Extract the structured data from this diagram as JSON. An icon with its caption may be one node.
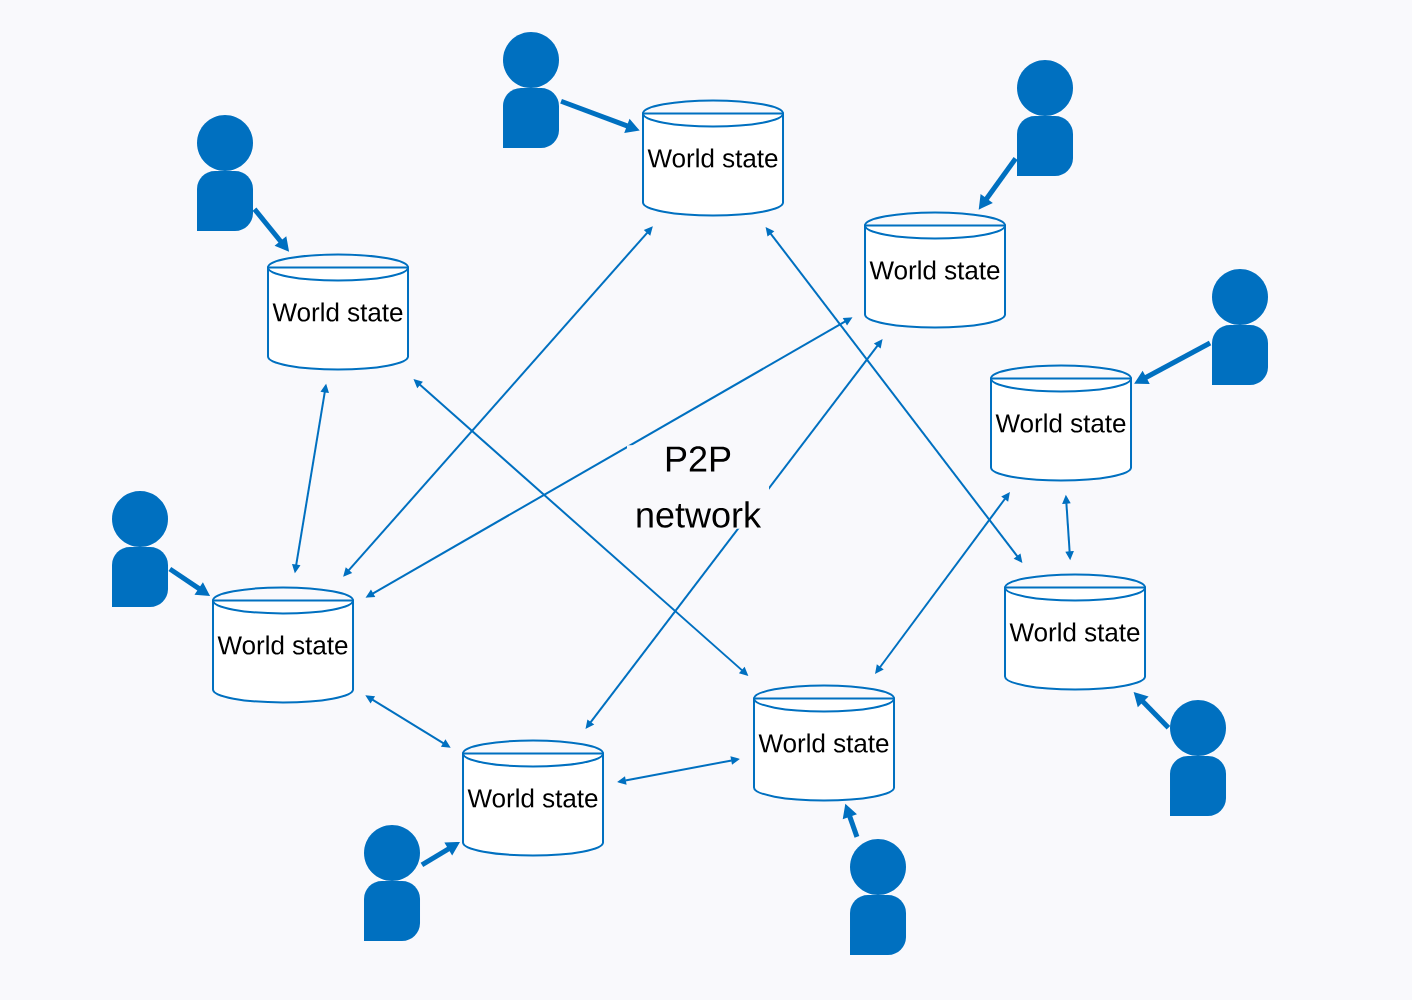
{
  "diagram": {
    "nodes": [
      {
        "text": [
          "World state"
        ]
      },
      {
        "text": [
          "World state"
        ]
      },
      {
        "text": [
          "World state"
        ]
      },
      {
        "text": [
          "World state"
        ]
      },
      {
        "text": [
          "World state"
        ]
      },
      {
        "text": [
          "World state"
        ]
      },
      {
        "text": [
          "World state"
        ]
      },
      {
        "text": [
          "World state"
        ]
      },
      {
        "text": [],
        "shape": "person"
      },
      {
        "text": [],
        "shape": "person"
      },
      {
        "text": [],
        "shape": "person"
      },
      {
        "text": [],
        "shape": "person"
      },
      {
        "text": [],
        "shape": "person"
      },
      {
        "text": [],
        "shape": "person"
      },
      {
        "text": [],
        "shape": "person"
      },
      {
        "text": [],
        "shape": "person"
      }
    ],
    "edges": [
      {
        "from": 2,
        "to": 4,
        "arrow": "both"
      },
      {
        "from": 2,
        "to": 6,
        "arrow": "both"
      },
      {
        "from": 0,
        "to": 4,
        "arrow": "both"
      },
      {
        "from": 1,
        "to": 4,
        "arrow": "both"
      },
      {
        "from": 0,
        "to": 5,
        "arrow": "both"
      },
      {
        "from": 1,
        "to": 7,
        "arrow": "both"
      },
      {
        "from": 3,
        "to": 6,
        "arrow": "both"
      },
      {
        "from": 3,
        "to": 5,
        "arrow": "both"
      },
      {
        "from": 4,
        "to": 7,
        "arrow": "both"
      },
      {
        "from": 7,
        "to": 6,
        "arrow": "both"
      },
      {
        "from": 8,
        "to": 0,
        "arrow": "to",
        "style": "thick"
      },
      {
        "from": 9,
        "to": 1,
        "arrow": "to",
        "style": "thick"
      },
      {
        "from": 10,
        "to": 2,
        "arrow": "to",
        "style": "thick"
      },
      {
        "from": 11,
        "to": 3,
        "arrow": "to",
        "style": "thick"
      },
      {
        "from": 12,
        "to": 4,
        "arrow": "to",
        "style": "thick"
      },
      {
        "from": 13,
        "to": 5,
        "arrow": "to",
        "style": "thick"
      },
      {
        "from": 14,
        "to": 6,
        "arrow": "to",
        "style": "thick"
      },
      {
        "from": 15,
        "to": 7,
        "arrow": "to",
        "style": "thick"
      }
    ],
    "labels": [
      "P2P network"
    ]
  }
}
